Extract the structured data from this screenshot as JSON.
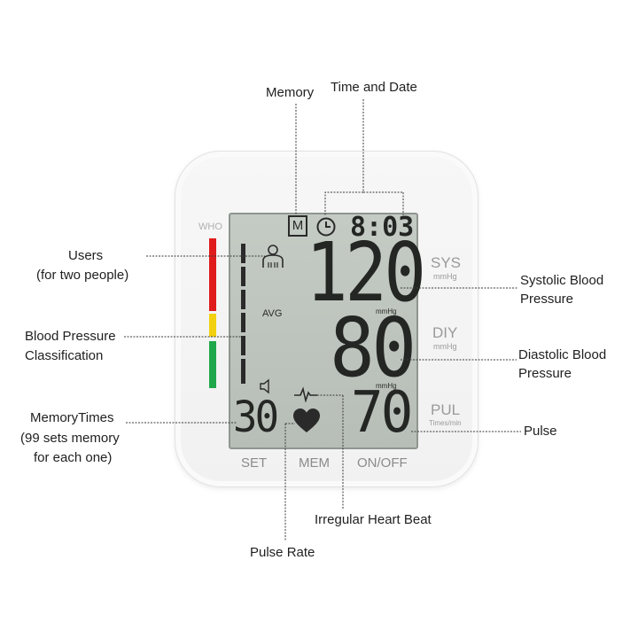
{
  "labels": {
    "memory": "Memory",
    "time_date": "Time and Date",
    "users_line1": "Users",
    "users_line2": "(for two people)",
    "bp_class_line1": "Blood Pressure",
    "bp_class_line2": "Classification",
    "memory_times_line1": "MemoryTimes",
    "memory_times_line2": "(99 sets memory",
    "memory_times_line3": "for each one)",
    "systolic_line1": "Systolic Blood",
    "systolic_line2": "Pressure",
    "diastolic_line1": "Diastolic Blood",
    "diastolic_line2": "Pressure",
    "pulse": "Pulse",
    "irregular": "Irregular Heart Beat",
    "pulse_rate": "Pulse Rate"
  },
  "device": {
    "who_label": "WHO",
    "classification_colors": [
      "#e01b1b",
      "#f2d00f",
      "#1fa84a"
    ],
    "buttons": [
      "SET",
      "MEM",
      "ON/OFF"
    ],
    "sys_label": "SYS",
    "sys_unit": "mmHg",
    "dia_label": "DIY",
    "dia_unit": "mmHg",
    "pul_label": "PUL",
    "pul_unit": "Times/min"
  },
  "lcd": {
    "memory_box": "M",
    "time": "8:03",
    "systolic": "120",
    "systolic_unit": "mmHg",
    "avg": "AVG",
    "diastolic": "80",
    "diastolic_unit": "mmHg",
    "memory_times": "30",
    "pulse": "70",
    "user_icon": "user-icon",
    "clock_icon": "clock-icon",
    "speaker_icon": "speaker-icon",
    "heartbeat_icon": "heartbeat-icon",
    "heart_icon": "heart-icon"
  }
}
